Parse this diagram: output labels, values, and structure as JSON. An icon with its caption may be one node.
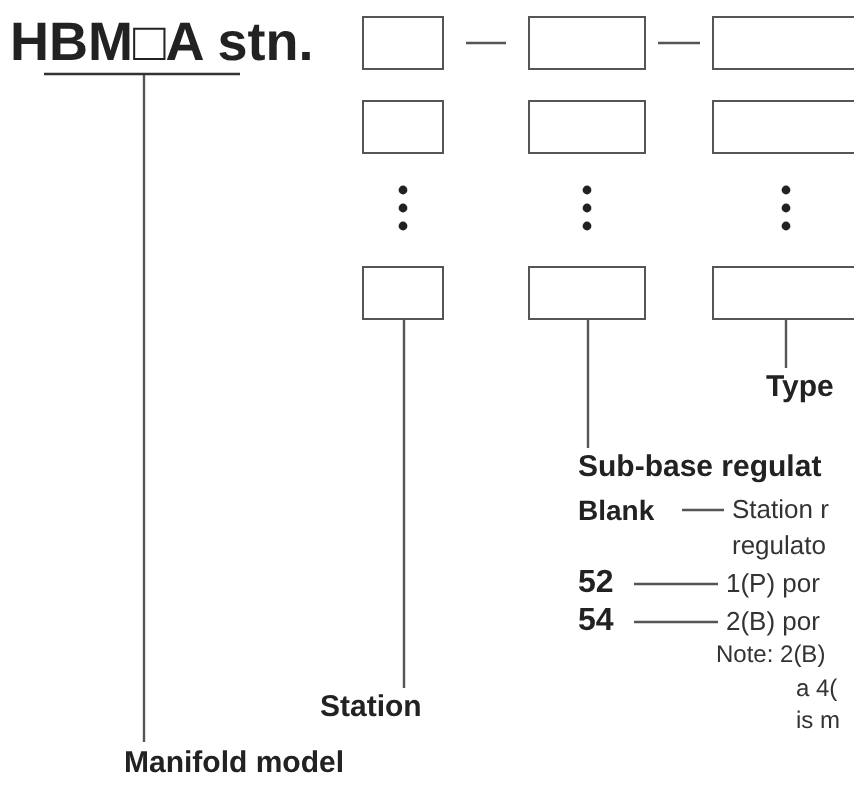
{
  "diagram": {
    "nodes": [
      {
        "text": [
          "HBM□A stn."
        ]
      },
      {
        "text": [],
        "shape": "box"
      },
      {
        "text": [],
        "shape": "box"
      },
      {
        "text": [],
        "shape": "box"
      },
      {
        "text": [],
        "shape": "box"
      },
      {
        "text": [],
        "shape": "box"
      },
      {
        "text": [],
        "shape": "box"
      },
      {
        "text": [],
        "shape": "box"
      },
      {
        "text": [],
        "shape": "box"
      },
      {
        "text": [],
        "shape": "box"
      },
      {
        "text": [
          "Type"
        ]
      },
      {
        "text": [
          "Sub-base regulat"
        ]
      },
      {
        "text": [
          "Station"
        ]
      },
      {
        "text": [
          "Manifold model"
        ]
      },
      {
        "text": [
          "Blank"
        ]
      },
      {
        "text": [
          "Station r regulato"
        ]
      },
      {
        "text": [
          "52"
        ]
      },
      {
        "text": [
          "1(P) por"
        ]
      },
      {
        "text": [
          "54"
        ]
      },
      {
        "text": [
          "2(B) por"
        ]
      }
    ],
    "edges": [
      {
        "from": 1,
        "to": 2,
        "arrow": "none"
      },
      {
        "from": 2,
        "to": 3,
        "arrow": "none"
      },
      {
        "from": 10,
        "to": 9,
        "arrow": "none"
      },
      {
        "from": 11,
        "to": 8,
        "arrow": "none"
      },
      {
        "from": 12,
        "to": 7,
        "arrow": "none"
      },
      {
        "from": 13,
        "to": 0,
        "arrow": "none"
      },
      {
        "from": 14,
        "to": 15,
        "arrow": "none"
      },
      {
        "from": 16,
        "to": 17,
        "arrow": "none"
      },
      {
        "from": 18,
        "to": 19,
        "arrow": "none"
      }
    ],
    "labels": [
      "Note: 2(B)",
      "a 4(",
      "is m"
    ]
  }
}
